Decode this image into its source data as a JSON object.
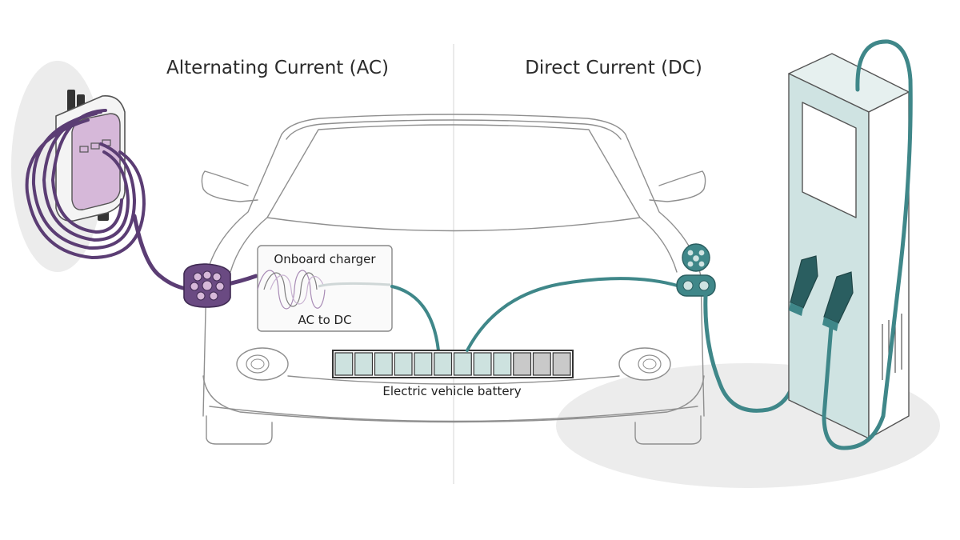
{
  "titles": {
    "ac": "Alternating Current (AC)",
    "dc": "Direct Current (DC)"
  },
  "labels": {
    "onboard_charger": "Onboard charger",
    "ac_to_dc": "AC to DC",
    "battery": "Electric vehicle battery"
  },
  "battery": {
    "cells_total": 12,
    "cells_charged": 9
  },
  "colors": {
    "ac_cable": "#5b3d74",
    "ac_wallbox_face": "#d6b8d9",
    "dc_cable": "#3f8789",
    "dc_charger_body": "#cfe3e2",
    "battery_charged": "#cde2df",
    "battery_empty": "#c9c9c9",
    "shadow": "#ececec"
  }
}
